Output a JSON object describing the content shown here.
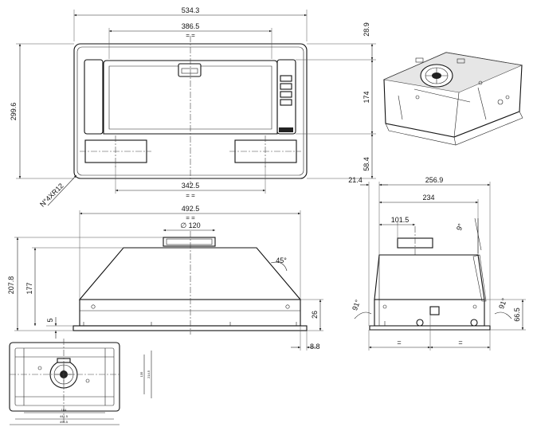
{
  "front_view": {
    "width": "534.3",
    "inner_width": "386.5",
    "inner_width_eq": "= =",
    "bottom_width": "342.5",
    "bottom_width_eq": "= =",
    "height": "299.6",
    "top_offset": "28.9",
    "inner_height": "174",
    "bottom_offset": "58.4",
    "holes": "N°4XR12"
  },
  "side_view": {
    "width": "492.5",
    "width_eq": "= =",
    "outlet_dia": "∅ 120",
    "angle": "45°",
    "total_height": "207.8",
    "body_height": "177",
    "flange": "5",
    "rim_height": "26",
    "rim_offset": "8.8"
  },
  "end_view": {
    "overall": "256.9",
    "left_offset": "21.4",
    "body": "234",
    "outlet_offset": "101.5",
    "taper_angle": "9°",
    "left_angle": "91°",
    "right_angle": "91°",
    "foot_height": "66.5",
    "eq_left": "=",
    "eq_right": "="
  },
  "plan_view": {
    "d_135": "135",
    "d_2145": "214.5",
    "d_184": "184",
    "d_4415": "441.5",
    "d_4965": "496.5"
  }
}
